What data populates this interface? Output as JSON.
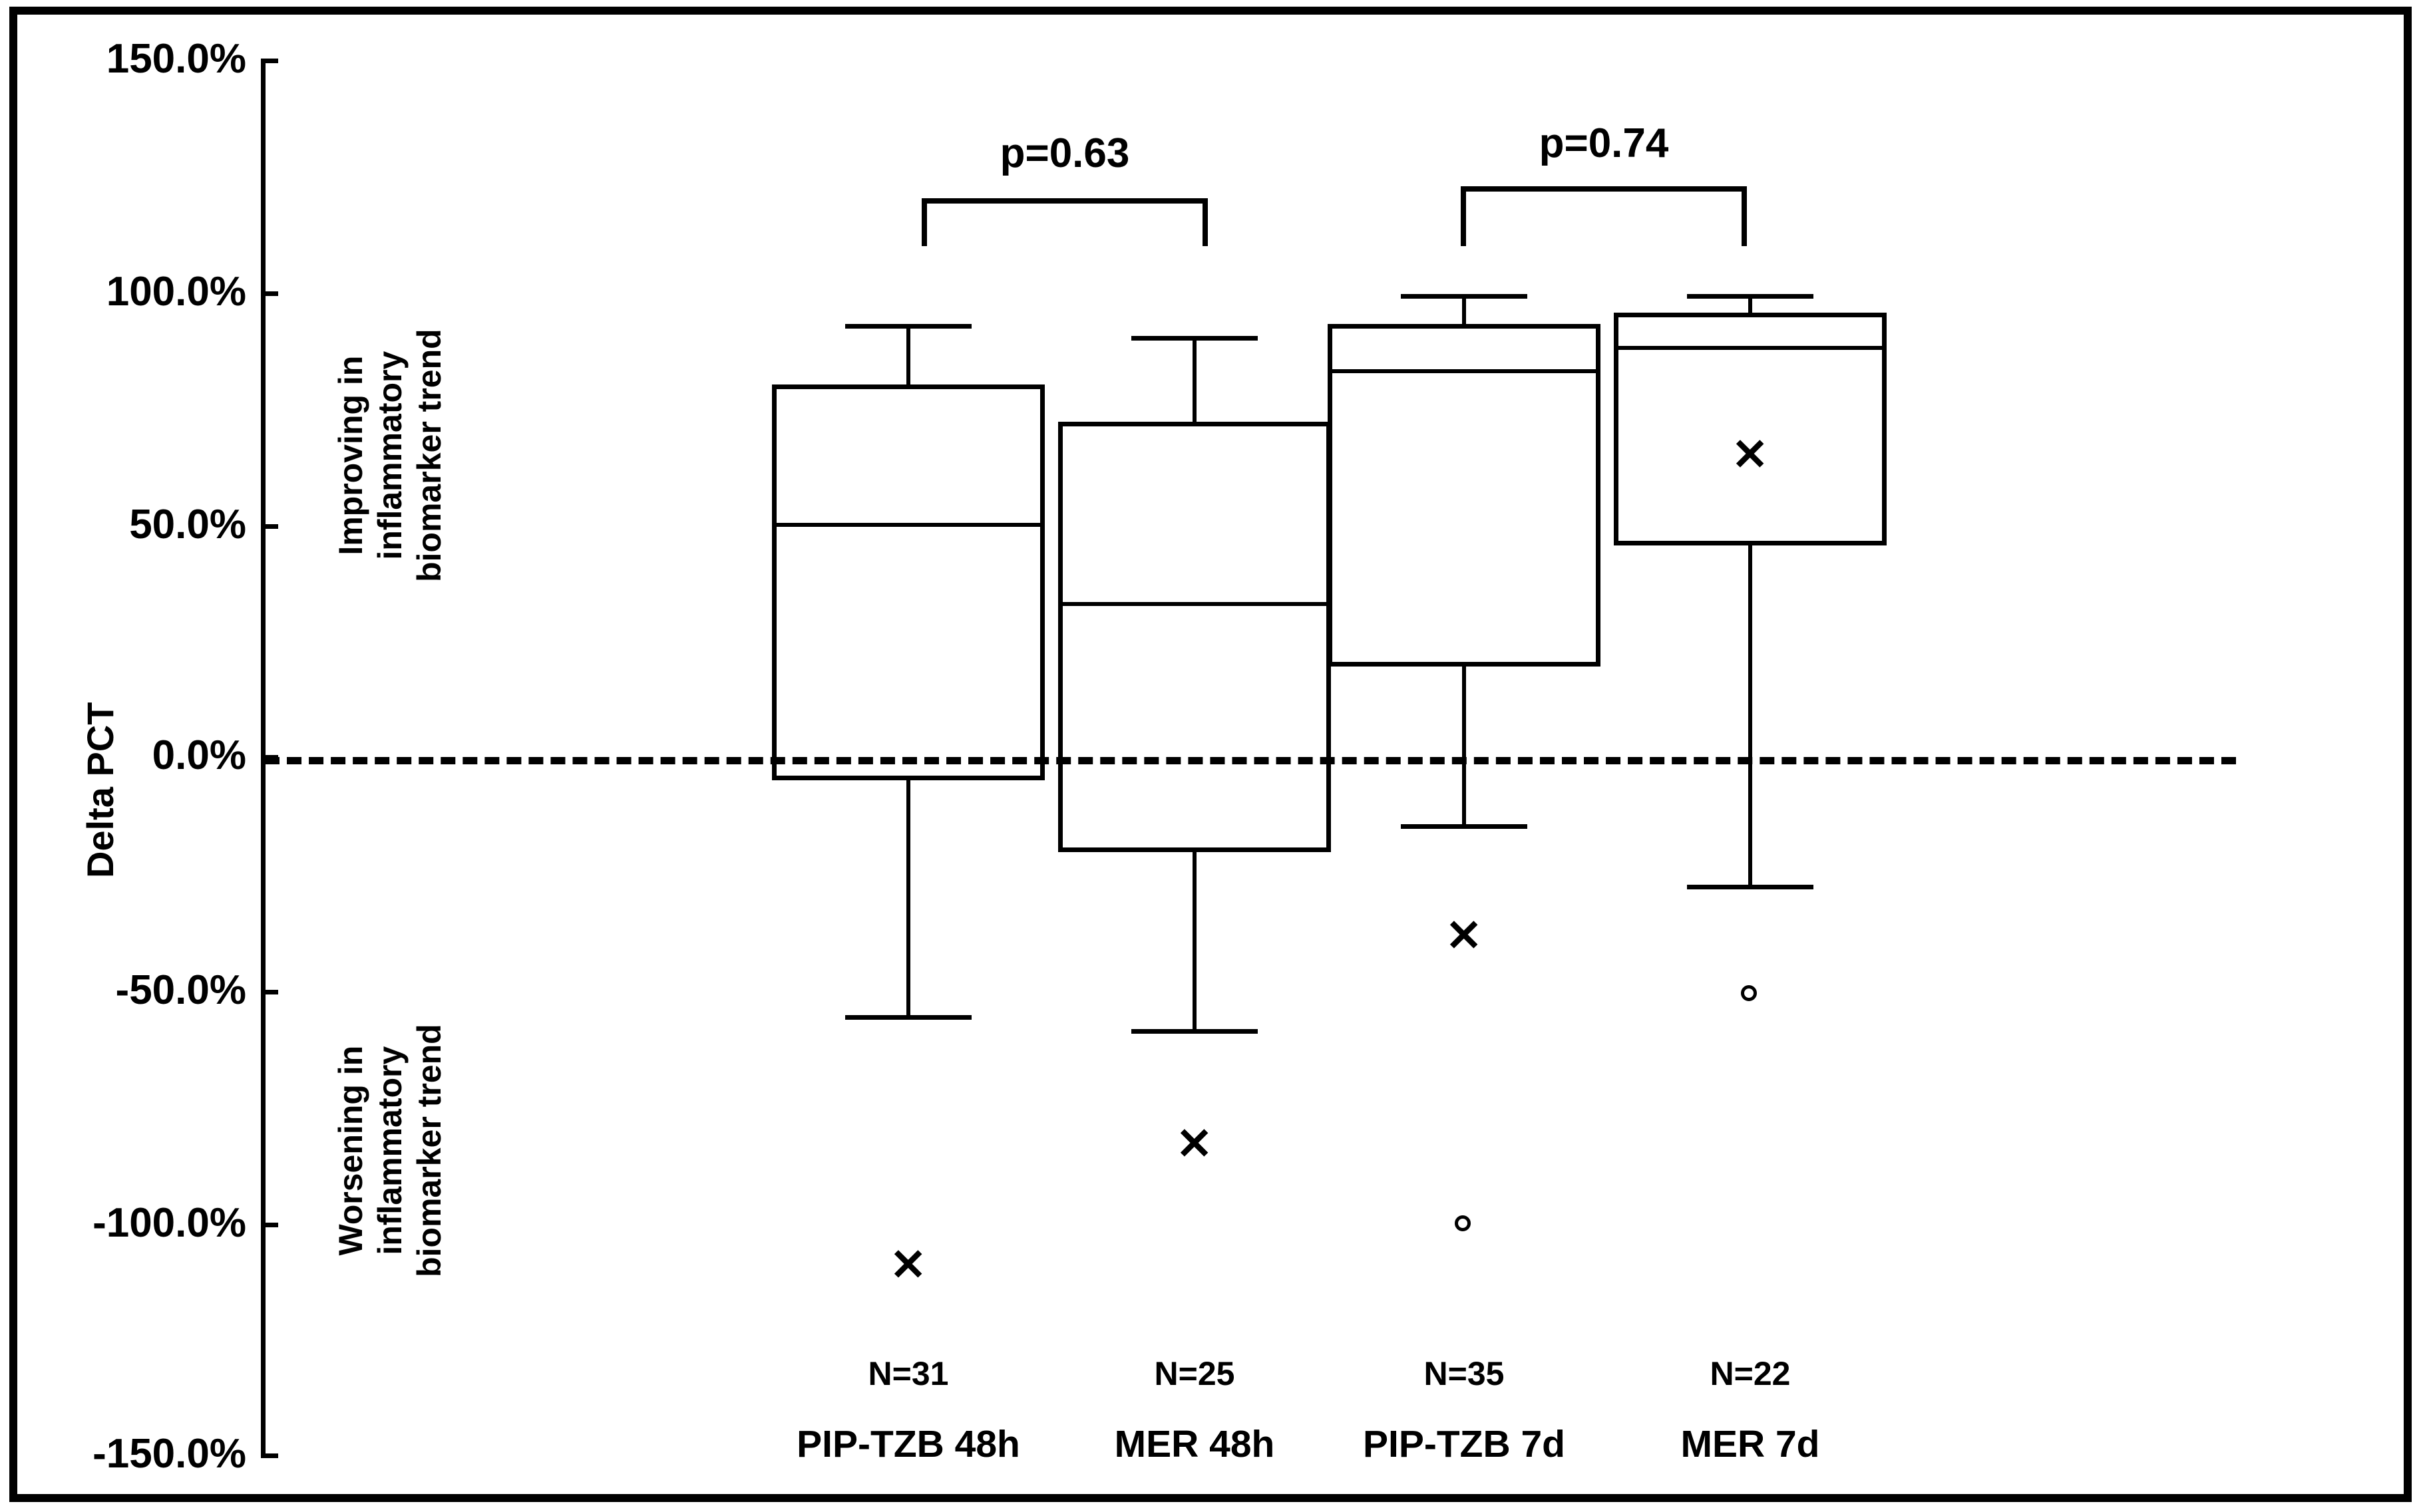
{
  "chart_data": {
    "type": "box",
    "title": "",
    "xlabel": "",
    "ylabel": "Delta PCT",
    "ylim": [
      -150,
      150
    ],
    "ytick_labels": [
      "150.0%",
      "100.0%",
      "50.0%",
      "0.0%",
      "-50.0%",
      "-100.0%",
      "-150.0%"
    ],
    "ytick_values": [
      150,
      100,
      50,
      0,
      -50,
      -100,
      -150
    ],
    "grid": false,
    "legend": "none",
    "zero_reference_line": 0,
    "categories": [
      "PIP-TZB 48h",
      "MER 48h",
      "PIP-TZB 7d",
      "MER 7d"
    ],
    "counts": [
      "N=31",
      "N=25",
      "N=35",
      "N=22"
    ],
    "boxes": [
      {
        "label": "PIP-TZB 48h",
        "n": 31,
        "whisker_high": 92.5,
        "q3": 80.0,
        "median": 50.0,
        "q1": -5.0,
        "whisker_low": -56.0,
        "mean": null,
        "outliers_x": [
          -109.0
        ],
        "outliers_o": []
      },
      {
        "label": "MER 48h",
        "n": 25,
        "whisker_high": 90.0,
        "q3": 72.0,
        "median": 33.0,
        "q1": -20.5,
        "whisker_low": -59.0,
        "mean": null,
        "outliers_x": [
          -83.0
        ],
        "outliers_o": []
      },
      {
        "label": "PIP-TZB 7d",
        "n": 35,
        "whisker_high": 99.0,
        "q3": 93.0,
        "median": 83.0,
        "q1": 19.5,
        "whisker_low": -15.0,
        "mean": null,
        "outliers_x": [
          -38.0
        ],
        "outliers_o": [
          -100.0
        ]
      },
      {
        "label": "MER 7d",
        "n": 22,
        "whisker_high": 99.0,
        "q3": 95.5,
        "median": 88.0,
        "q1": 45.5,
        "whisker_low": -28.0,
        "mean": 65.0,
        "outliers_x": [],
        "outliers_o": [
          -50.5
        ]
      }
    ],
    "annotations": [
      {
        "name": "improving-note",
        "text": "Improving in\ninflammatory\nbiomarker trend"
      },
      {
        "name": "worsening-note",
        "text": "Worsening in\ninflammatory\nbiomarker trend"
      }
    ],
    "significance": [
      {
        "label": "p=0.63",
        "from": "PIP-TZB 48h",
        "to": "MER 48h"
      },
      {
        "label": "p=0.74",
        "from": "PIP-TZB 7d",
        "to": "MER 7d"
      }
    ]
  },
  "axis": {
    "y_label": "Delta PCT",
    "ticks": [
      {
        "label": "150.0%"
      },
      {
        "label": "100.0%"
      },
      {
        "label": "50.0%"
      },
      {
        "label": "0.0%"
      },
      {
        "label": "-50.0%"
      },
      {
        "label": "-100.0%"
      },
      {
        "label": "-150.0%"
      }
    ]
  },
  "notes": {
    "improving": {
      "l1": "Improving in",
      "l2": "inflammatory",
      "l3": "biomarker trend"
    },
    "worsening": {
      "l1": "Worsening in",
      "l2": "inflammatory",
      "l3": "biomarker trend"
    }
  },
  "significance": {
    "left": {
      "label": "p=0.63"
    },
    "right": {
      "label": "p=0.74"
    }
  },
  "categories": [
    {
      "n": "N=31",
      "name": "PIP-TZB 48h"
    },
    {
      "n": "N=25",
      "name": "MER 48h"
    },
    {
      "n": "N=35",
      "name": "PIP-TZB 7d"
    },
    {
      "n": "N=22",
      "name": "MER 7d"
    }
  ],
  "colors": {
    "ink": "#000000",
    "background": "#ffffff"
  }
}
